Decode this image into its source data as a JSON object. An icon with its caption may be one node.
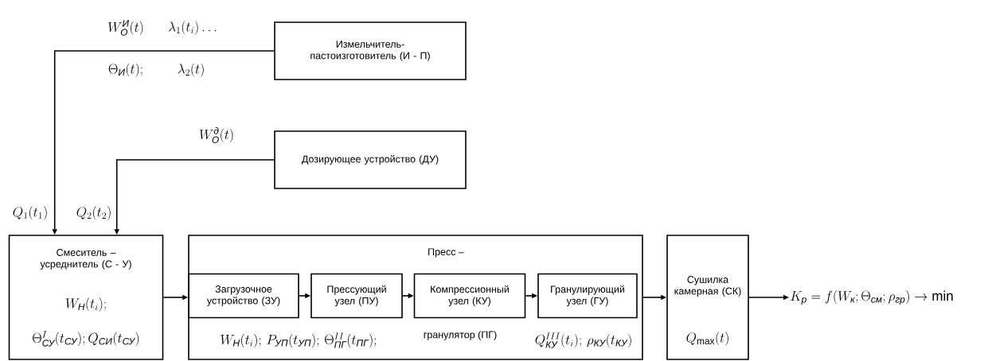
{
  "diagram": {
    "nodes": [
      {
        "text": [
          "Измельчитель-пастоизготовитель (И - П)"
        ]
      },
      {
        "text": [
          "Дозирующее устройство (ДУ)"
        ]
      },
      {
        "text": [
          "Смеситель – усреднитель (С - У)",
          "W_{\\textit{Н}}(t_i);",
          "\\Theta^{I}_{\\textit{СУ}}(t_{\\textit{СУ}});Q_{\\textit{СИ}}(t_{\\textit{СУ}})"
        ]
      },
      {
        "text": [
          "Пресс –",
          "W_{\\textit{Н}}(t_i);\\,P_{\\textit{УП}}(t_{\\textit{УП}});\\,\\Theta^{II}_{\\textit{ПГ}}(t_{\\textit{ПГ}});",
          "гранулятор (ПГ)",
          "Q^{III}_{\\textit{КУ}}(t_i);\\,\\rho_{\\textit{КУ}}(t_{\\textit{КУ}})"
        ]
      },
      {
        "text": [
          "Загрузочное устройство (ЗУ)"
        ],
        "in": 3
      },
      {
        "text": [
          "Прессующий узел (ПУ)"
        ],
        "in": 3
      },
      {
        "text": [
          "Компрессионный узел (КУ)"
        ],
        "in": 3
      },
      {
        "text": [
          "Гранулирующий узел (ГУ)"
        ],
        "in": 3
      },
      {
        "text": [
          "Сушилка камерная (СК)",
          "Q_{\\max}(t)"
        ]
      },
      {
        "text": [
          "K_{\\textit{р}} = f(W_{\\textit{к}};\\Theta_{\\textit{см}};\\rho_{\\textit{гр}})\\to\\min"
        ]
      }
    ],
    "edges": [
      {
        "from": 0,
        "to": 2,
        "arrow": "to",
        "label": "Q_1(t_1)"
      },
      {
        "from": 1,
        "to": 2,
        "arrow": "to",
        "label": "Q_2(t_2)"
      },
      {
        "from": 2,
        "to": 3,
        "arrow": "to"
      },
      {
        "from": 4,
        "to": 5,
        "arrow": "to"
      },
      {
        "from": 5,
        "to": 6,
        "arrow": "to"
      },
      {
        "from": 6,
        "to": 7,
        "arrow": "to"
      },
      {
        "from": 3,
        "to": 8,
        "arrow": "to"
      },
      {
        "from": 8,
        "to": 9,
        "arrow": "to"
      }
    ],
    "labels": [
      "W_{\\textit{О}}^{\\textit{И}}(t)",
      "\\lambda_1(t_i)\\ldots",
      "\\Theta_{\\textit{И}}(t);",
      "\\lambda_2(t)",
      "W_{\\textit{О}}^{\\textit{д}}(t)"
    ]
  }
}
